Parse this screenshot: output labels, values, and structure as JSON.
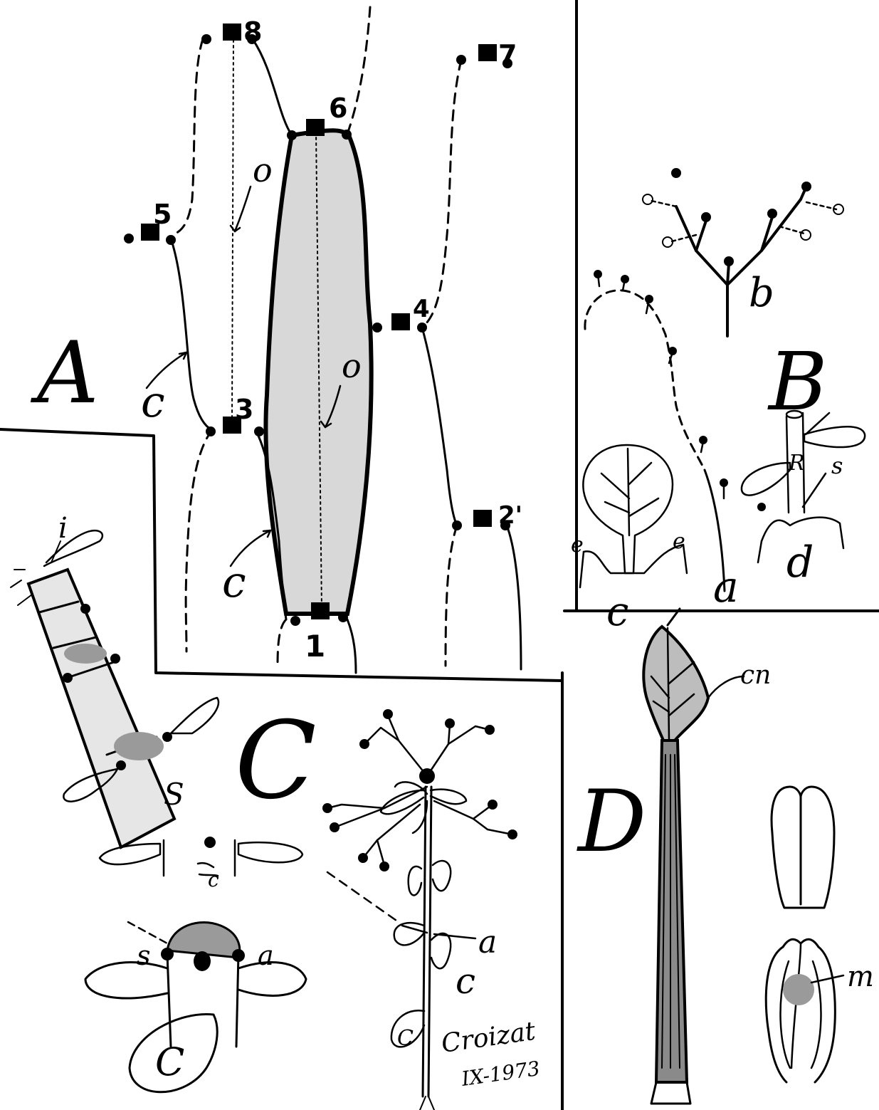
{
  "panels": {
    "A": {
      "letter": "A",
      "node_numbers": [
        "1",
        "2'",
        "3",
        "4",
        "5",
        "6",
        "7",
        "8"
      ],
      "labels": {
        "c_upper": "c",
        "c_lower": "c",
        "o_upper": "o",
        "o_lower": "o"
      }
    },
    "B": {
      "letter": "B",
      "labels": {
        "a": "a",
        "b": "b",
        "c": "c",
        "d": "d",
        "e1": "e",
        "e2": "e",
        "R": "R",
        "s": "s"
      }
    },
    "C": {
      "letter": "C",
      "labels": {
        "i": "i",
        "S": "S",
        "c_small": "c",
        "s": "s",
        "a_bottom": "a",
        "C_bottom": "C",
        "a_plant": "a",
        "c_plant": "c",
        "C_leaf": "C"
      }
    },
    "D": {
      "letter": "D",
      "labels": {
        "cn": "cn",
        "m": "m"
      }
    }
  },
  "signature": {
    "name": "Croizat",
    "date": "IX-1973"
  },
  "colors": {
    "ink": "#000000",
    "paper": "#ffffff",
    "stipple": "#9a9a9a"
  }
}
